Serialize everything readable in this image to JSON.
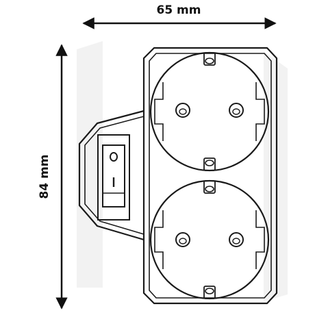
{
  "dimensions": {
    "width": {
      "value": 65,
      "unit": "mm",
      "label": "65 mm"
    },
    "height": {
      "value": 84,
      "unit": "mm",
      "label": "84 mm"
    }
  },
  "product": {
    "sockets": 2,
    "switch": {
      "present": true,
      "symbols": [
        "O",
        "I"
      ]
    }
  },
  "colors": {
    "line": "#1a1a1a",
    "background": "#ffffff",
    "watermark": "#f1f1f1"
  }
}
